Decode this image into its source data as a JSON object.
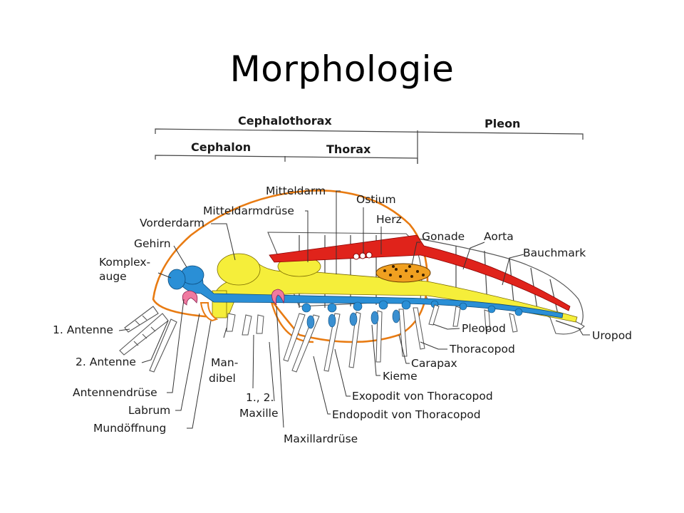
{
  "slide": {
    "title": "Morphologie"
  },
  "regions": {
    "cephalothorax": "Cephalothorax",
    "pleon": "Pleon",
    "cephalon": "Cephalon",
    "thorax": "Thorax"
  },
  "labels": {
    "mitteldarm": "Mitteldarm",
    "mitteldarmdruese": "Mitteldarmdrüse",
    "ostium": "Ostium",
    "herz": "Herz",
    "vorderdarm": "Vorderdarm",
    "gonade": "Gonade",
    "aorta": "Aorta",
    "bauchmark": "Bauchmark",
    "gehirn": "Gehirn",
    "komplexauge_1": "Komplex-",
    "komplexauge_2": "auge",
    "antenne1": "1. Antenne",
    "antenne2": "2. Antenne",
    "antennendruese": "Antennendrüse",
    "labrum": "Labrum",
    "mundoeffnung": "Mundöffnung",
    "mandibel_1": "Man-",
    "mandibel_2": "dibel",
    "maxille_1": "1., 2.",
    "maxille_2": "Maxille",
    "maxillardruese": "Maxillardrüse",
    "pleopod": "Pleopod",
    "thoracopod": "Thoracopod",
    "carapax": "Carapax",
    "kieme": "Kieme",
    "exopodit": "Exopodit von Thoracopod",
    "endopodit": "Endopodit von Thoracopod",
    "uropod": "Uropod"
  },
  "colors": {
    "carapax_outline": "#e87b12",
    "gut_yellow": "#f5ee3a",
    "heart_red": "#e0231b",
    "nerve_blue": "#2a8fd6",
    "gonad_orange": "#f0a020",
    "gland_pink": "#f07aa0",
    "gill_blue": "#3a8fd0"
  }
}
